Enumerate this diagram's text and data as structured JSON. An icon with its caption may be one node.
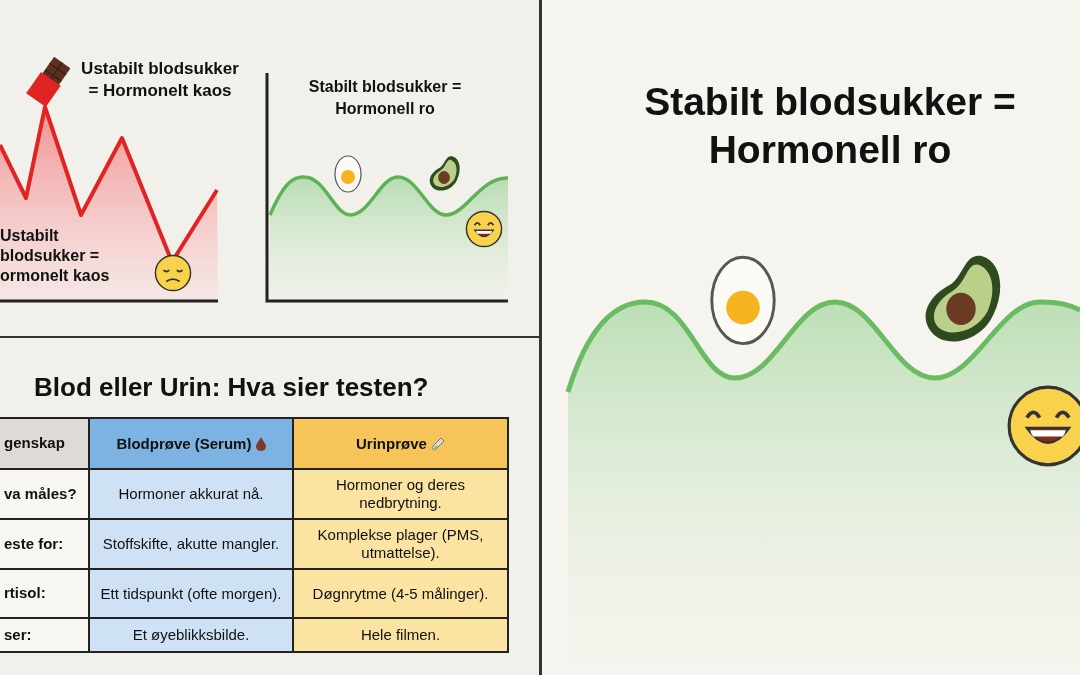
{
  "diagram": {
    "labels": [
      "Ustabilt blodsukker = Hormonelt kaos",
      "Stabilt blodsukker = Hormonell ro",
      "Ustabilt blodsukker = ormonelt kaos",
      "Stabilt blodsukker = Hormonell ro",
      "Blod eller Urin: Hva sier testen?",
      "genskap",
      "Blodprøve (Serum)",
      "Urinprøve",
      "va måles?",
      "Hormoner akkurat nå.",
      "Hormoner og deres nedbrytning.",
      "este for:",
      "Stoffskifte, akutte mangler.",
      "Komplekse plager (PMS, utmattelse).",
      "rtisol:",
      "Ett tidspunkt (ofte morgen).",
      "Døgnrytme (4-5 målinger).",
      "ser:",
      "Et øyeblikksbilde.",
      "Hele filmen."
    ]
  }
}
